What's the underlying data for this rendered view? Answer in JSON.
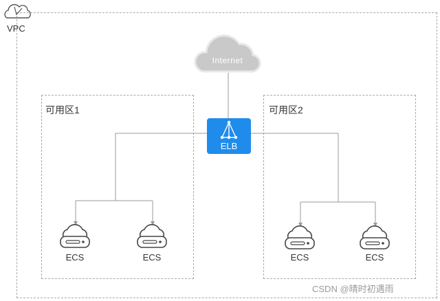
{
  "vpc": {
    "label": "VPC"
  },
  "internet": {
    "label": "Internet"
  },
  "elb": {
    "label": "ELB",
    "color": "#1f8ceb"
  },
  "zones": [
    {
      "label": "可用区1",
      "ecs": [
        "ECS",
        "ECS"
      ]
    },
    {
      "label": "可用区2",
      "ecs": [
        "ECS",
        "ECS"
      ]
    }
  ],
  "watermark": "CSDN @晴时初遇雨",
  "colors": {
    "line": "#999999",
    "dash": "#a8a8a8",
    "cloud": "#c9c9c9"
  }
}
